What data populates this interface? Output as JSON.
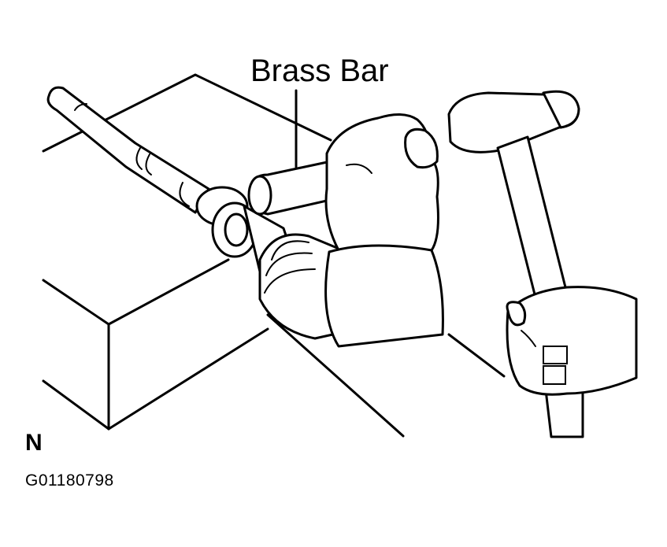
{
  "labels": {
    "callout": "Brass Bar",
    "view": "N",
    "figure_code": "G01180798"
  },
  "colors": {
    "line": "#000000",
    "background": "#ffffff"
  }
}
